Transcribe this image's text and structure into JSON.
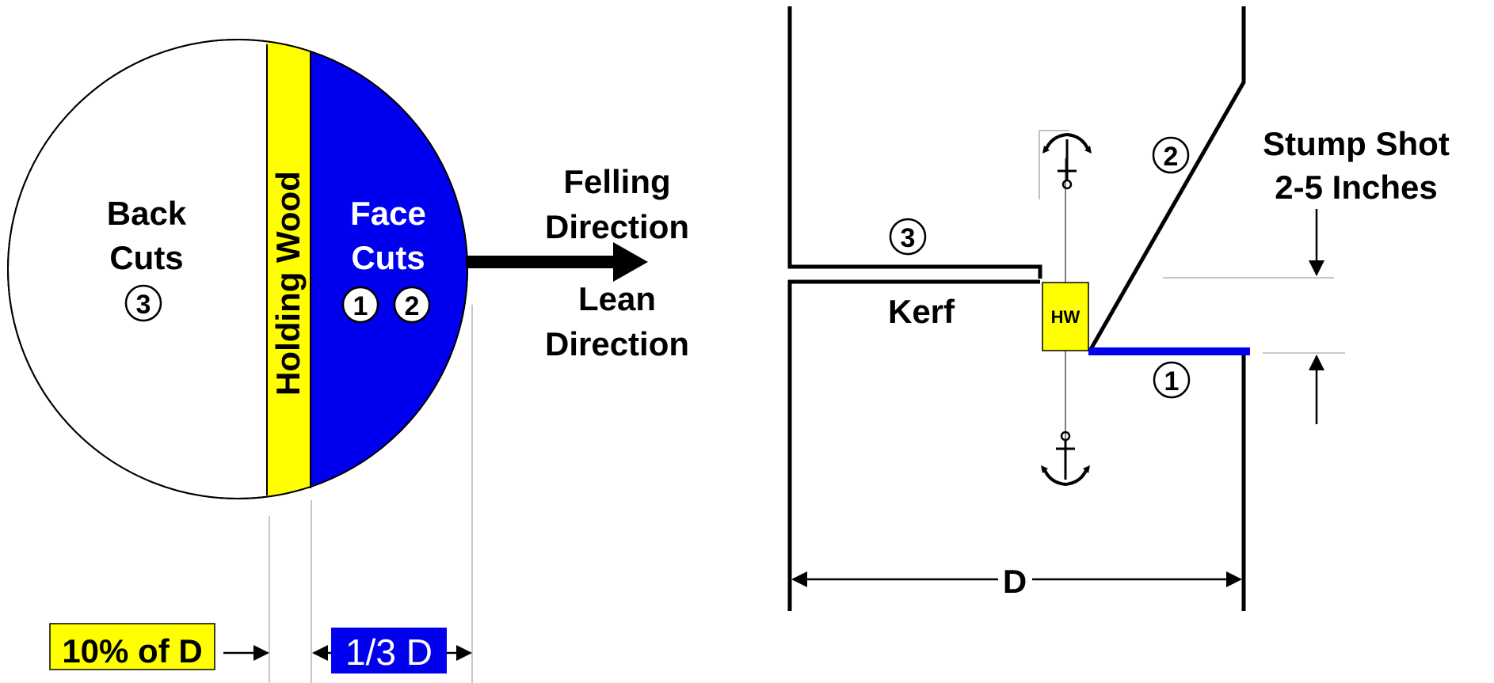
{
  "colors": {
    "holding_wood": "#ffff00",
    "face_cut": "#0000ee",
    "outline": "#000000",
    "guide_line": "#b5b5b5"
  },
  "left_view": {
    "back_cuts": {
      "line1": "Back",
      "line2": "Cuts",
      "number": "3"
    },
    "holding_wood_label": "Holding Wood",
    "face_cuts": {
      "line1": "Face",
      "line2": "Cuts",
      "numbers": [
        "1",
        "2"
      ]
    },
    "ten_percent_label": "10% of D",
    "one_third_label": "1/3 D"
  },
  "arrow_labels": {
    "felling_line1": "Felling",
    "felling_line2": "Direction",
    "lean_line1": "Lean",
    "lean_line2": "Direction"
  },
  "right_view": {
    "cut_numbers": {
      "back": "3",
      "top": "2",
      "bottom": "1"
    },
    "kerf_label": "Kerf",
    "hw_label": "HW",
    "stump_shot_line1": "Stump Shot",
    "stump_shot_line2": "2-5 Inches",
    "d_label": "D",
    "anchor_icons": [
      "anchor-icon",
      "anchor-icon"
    ]
  }
}
